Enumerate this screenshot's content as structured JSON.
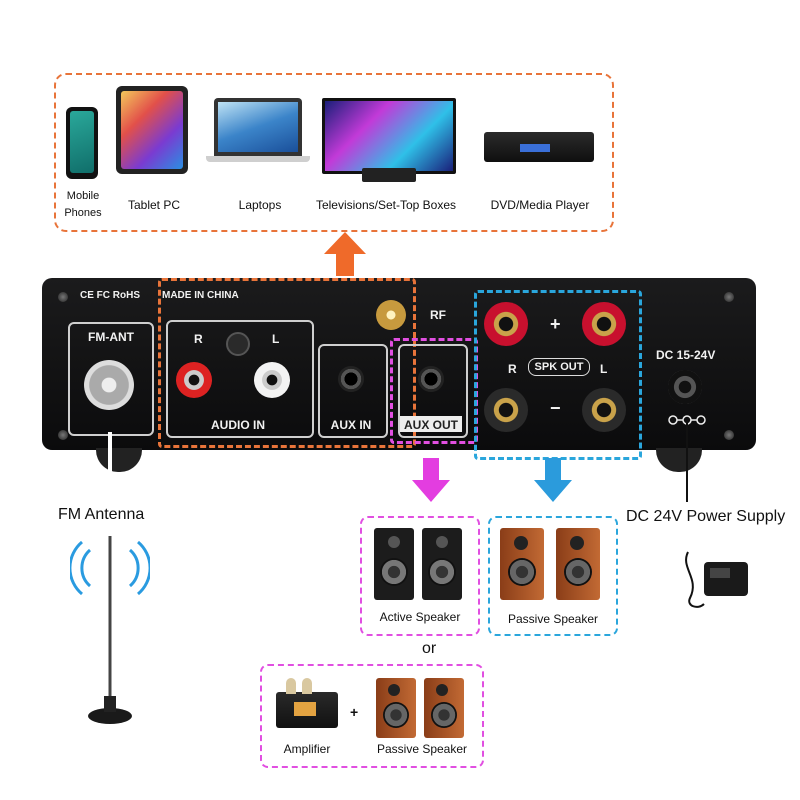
{
  "devices": {
    "mobile": "Mobile Phones",
    "tablet": "Tablet PC",
    "laptops": "Laptops",
    "tv": "Televisions/Set-Top Boxes",
    "dvd": "DVD/Media Player"
  },
  "panel": {
    "certs": "CE FC RoHS",
    "made_in": "MADE IN CHINA",
    "fm_ant": "FM-ANT",
    "rf": "RF",
    "r": "R",
    "l": "L",
    "audio_in": "AUDIO IN",
    "aux_in": "AUX IN",
    "aux_out": "AUX OUT",
    "spk_out": "SPK OUT",
    "plus": "+",
    "minus": "−",
    "dc": "DC 15-24V"
  },
  "labels": {
    "fm_antenna": "FM Antenna",
    "dc_power": "DC 24V Power Supply",
    "active_speaker": "Active Speaker",
    "passive_speaker": "Passive Speaker",
    "or": "or",
    "amplifier": "Amplifier",
    "plus": "+",
    "passive_speaker_2": "Passive Speaker"
  },
  "colors": {
    "orange": "#e8743a",
    "magenta": "#e14fe1",
    "cyan": "#2aa6dc"
  }
}
